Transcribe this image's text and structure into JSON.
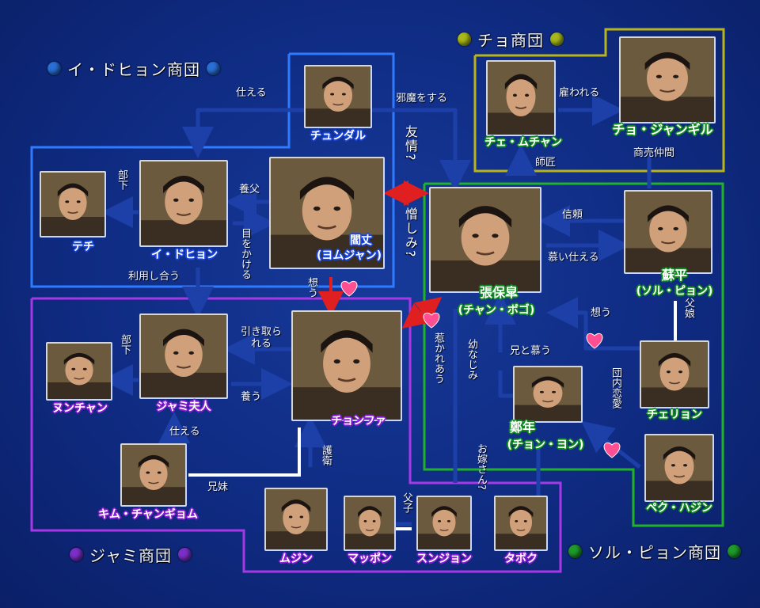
{
  "groups": {
    "idohyon": {
      "title": "イ・ドヒョン商団",
      "dot_color": "#2a6fd6"
    },
    "cho": {
      "title": "チョ商団",
      "dot_color": "#a8b81a"
    },
    "jami": {
      "title": "ジャミ商団",
      "dot_color": "#7b2fc9"
    },
    "sorupyon": {
      "title": "ソル・ピョン商団",
      "dot_color": "#1e9b2a"
    }
  },
  "people": {
    "chundal": "チュンダル",
    "techi": "テチ",
    "idohyon": "イ・ドヒョン",
    "yomujan_1": "閻丈",
    "yomujan_2": "(ヨムジャン)",
    "che": "チェ・ムチャン",
    "chojangil": "チョ・ジャンギル",
    "jangbogo_1": "張保皐",
    "jangbogo_2": "(チャン・ボゴ)",
    "sohei_1": "蘇平",
    "sohei_2": "(ソル・ピョン)",
    "nunchan": "ヌンチャン",
    "jami": "ジャミ夫人",
    "chonfa": "チョンファ",
    "cheryon": "チェリョン",
    "chonen_1": "鄭年",
    "chonen_2": "(チョン・ヨン)",
    "kimu": "キム・チャンギョム",
    "pekuhajin": "ペク・ハジン",
    "mujin": "ムジン",
    "mappon": "マッポン",
    "sunjon": "スンジョン",
    "taboku": "タボク"
  },
  "relations": {
    "tsukaeru_top": "仕える",
    "jama": "邪魔をする",
    "yatowareru": "雇われる",
    "shisho": "師匠",
    "shobai": "商売仲間",
    "buka_1": "部下",
    "fukei": "養父",
    "mewokakeru": "目をかける",
    "yujo": "友情?",
    "nikushimi": "憎しみ?",
    "shinrai": "信頼",
    "shitai": "慕い仕える",
    "riyo": "利用し合う",
    "omou_1": "想う",
    "omou_2": "想う",
    "hikitorareru": "引き取られる",
    "buka_2": "部下",
    "yashinau": "養う",
    "tsukaeru_jami": "仕える",
    "hikareau": "惹かれあう",
    "osananajimi": "幼なじみ",
    "anitoshitau": "兄と慕う",
    "danai": "団内恋愛",
    "fujo": "父娘",
    "goei": "護衛",
    "kyodai": "兄妹",
    "oyomesan": "お嫁さん?",
    "fushi": "父子"
  }
}
